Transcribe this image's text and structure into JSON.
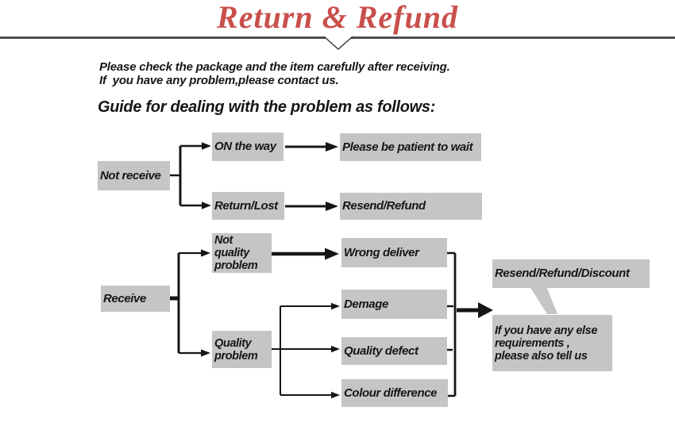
{
  "header": {
    "title": "Return & Refund"
  },
  "intro": {
    "text": "Please check the package and the item carefully after receiving.\nIf  you have any problem,please contact us.",
    "guide": "Guide for dealing with the problem as follows:"
  },
  "nodes": {
    "not_receive": "Not receive",
    "on_the_way": "ON the way",
    "please_wait": "Please be patient to wait",
    "return_lost": "Return/Lost",
    "resend_refund": "Resend/Refund",
    "receive": "Receive",
    "not_quality": "Not\nquality\nproblem",
    "quality": "Quality\nproblem",
    "wrong_deliver": "Wrong deliver",
    "demage": "Demage",
    "quality_defect": "Quality defect",
    "colour_difference": "Colour difference",
    "resend_refund_discount": "Resend/Refund/Discount",
    "else_requirements": "If you have any else\n requirements ,\nplease also tell us"
  },
  "colors": {
    "title_red": "#c94f4b",
    "box_gray": "#c7c5c3",
    "ink": "#161616",
    "header_rule": "#4f4f4f"
  }
}
